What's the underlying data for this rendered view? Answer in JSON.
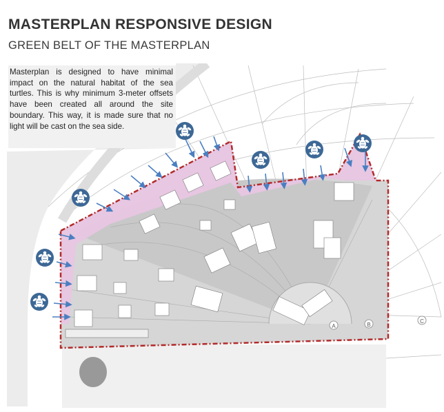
{
  "title": "MASTERPLAN RESPONSIVE DESIGN",
  "subtitle": "GREEN BELT OF THE MASTERPLAN",
  "description": "Masterplan is designed to have minimal impact on the natural habitat of the sea turtles. This is why minimum 3-meter offsets have been created all around the site boundary. This way, it is made sure that no light will be cast on the sea side.",
  "grid_labels": [
    "A",
    "B",
    "C"
  ],
  "icons": {
    "turtle": "sea-turtle-icon",
    "arrow": "light-direction-arrow"
  },
  "colors": {
    "boundary": "#b22a2a",
    "green_belt": "#e9c5e3",
    "turtle_badge": "#3d6896",
    "arrow": "#4a7fc1"
  }
}
